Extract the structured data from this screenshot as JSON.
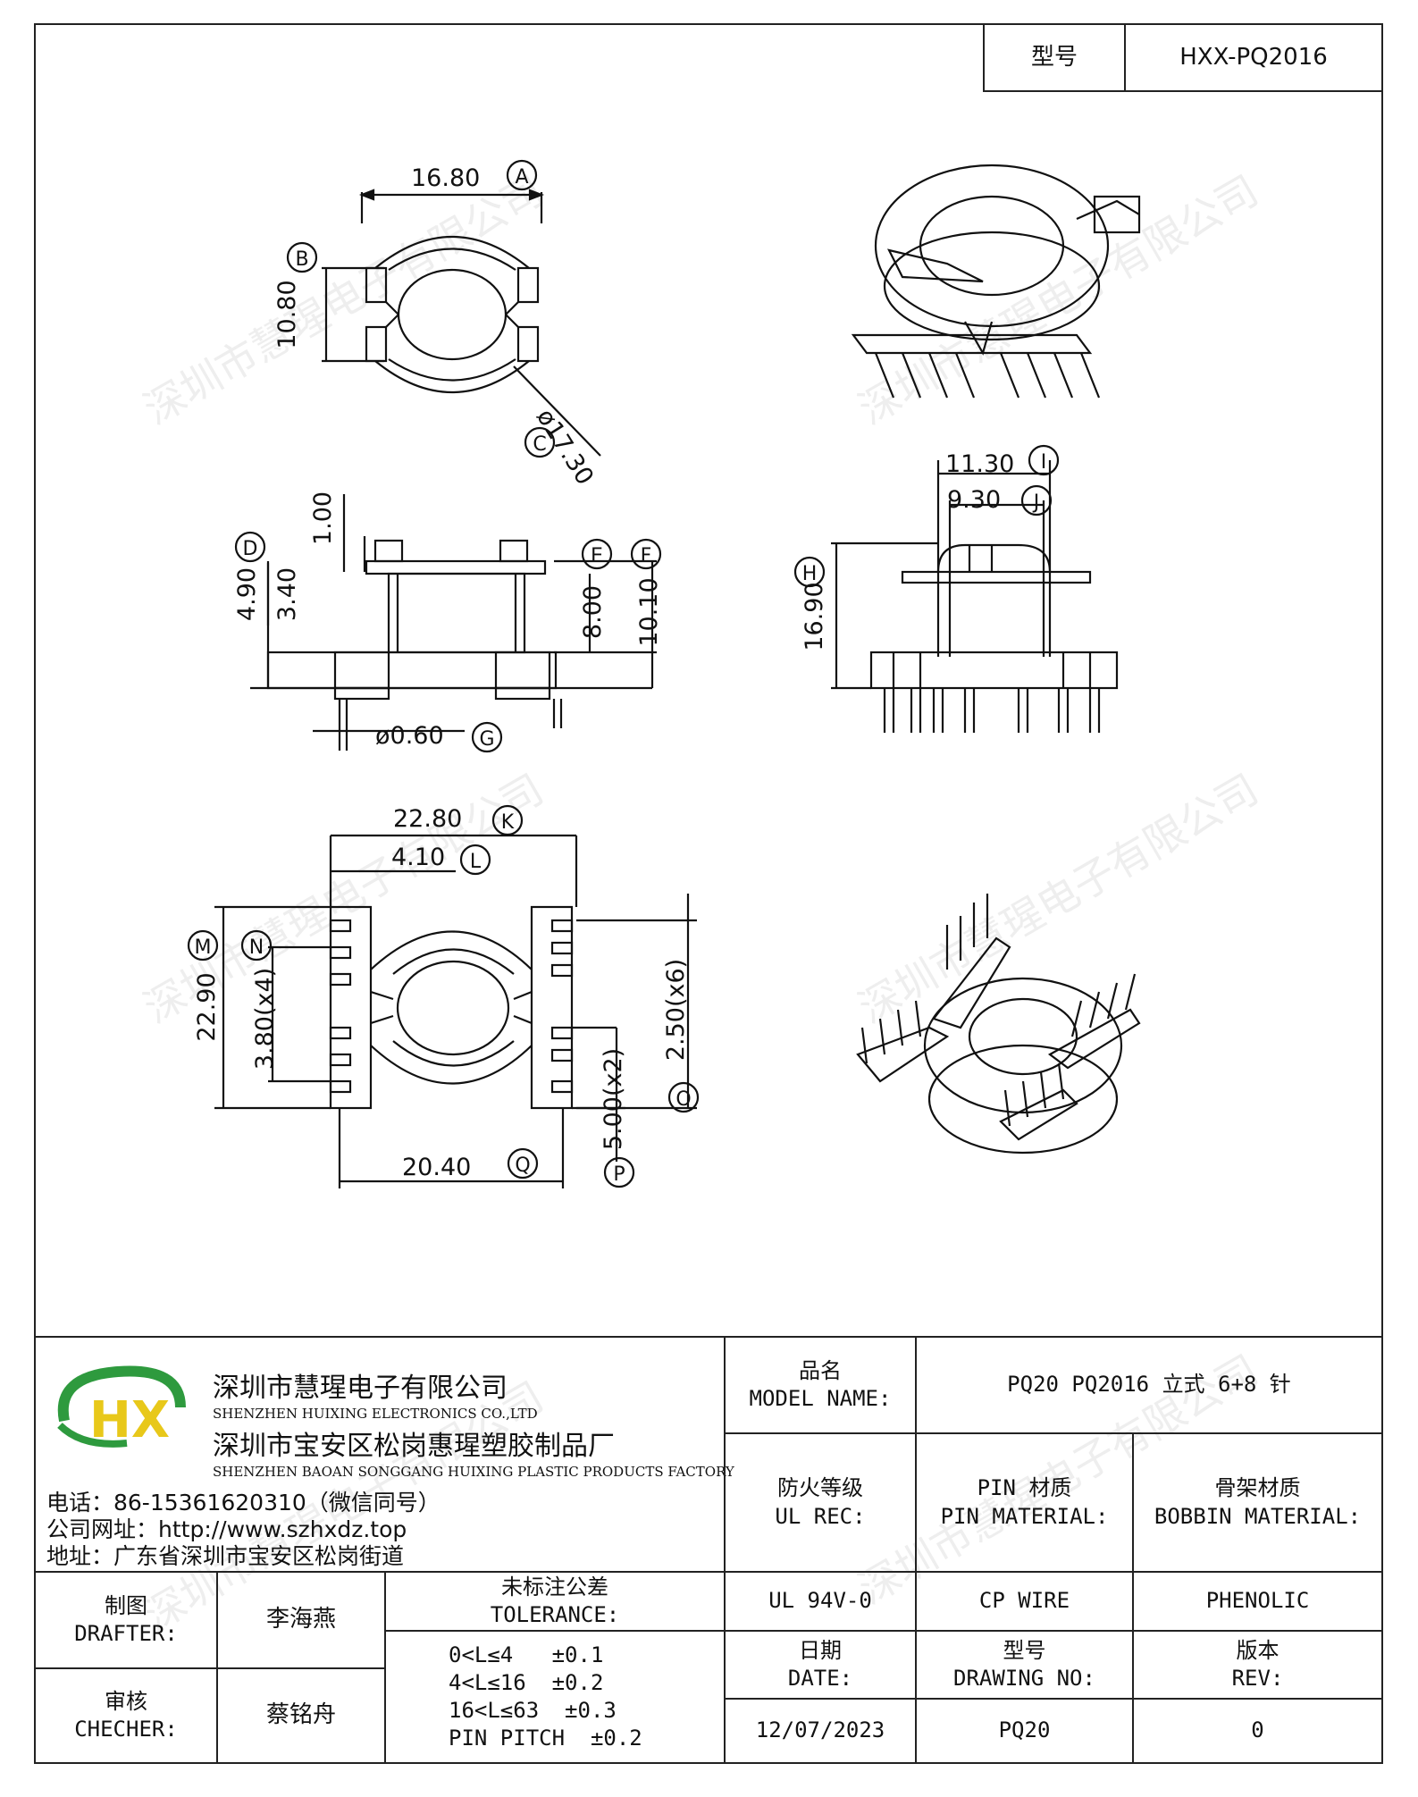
{
  "header": {
    "model_label": "型号",
    "model_value": "HXX-PQ2016"
  },
  "drawing": {
    "top_view": {
      "dim_a": "16.80",
      "tag_a": "A",
      "dim_b": "10.80",
      "tag_b": "B",
      "dim_c": "ø17.30",
      "tag_c": "C"
    },
    "front_view": {
      "dim_1": "1.00",
      "dim_d": "4.90",
      "tag_d": "D",
      "dim_34": "3.40",
      "tag_e": "E",
      "tag_f": "F",
      "dim_e": "8.00",
      "dim_f": "10.10",
      "dim_g": "ø0.60",
      "tag_g": "G"
    },
    "side_view": {
      "dim_i": "11.30",
      "tag_i": "I",
      "dim_j": "9.30",
      "tag_j": "J",
      "dim_h": "16.90",
      "tag_h": "H"
    },
    "bottom_view": {
      "dim_k": "22.80",
      "tag_k": "K",
      "dim_l": "4.10",
      "tag_l": "L",
      "dim_m": "22.90",
      "tag_m": "M",
      "dim_n": "3.80(x4)",
      "tag_n": "N",
      "dim_o": "2.50(x6)",
      "tag_o": "O",
      "dim_p": "5.00(x2)",
      "tag_p": "P",
      "dim_q": "20.40",
      "tag_q": "Q"
    },
    "watermark": "深圳市慧瑆电子有限公司"
  },
  "company": {
    "name_cn": "深圳市慧瑆电子有限公司",
    "name_en": "SHENZHEN HUIXING ELECTRONICS CO.,LTD",
    "factory_cn": "深圳市宝安区松岗惠瑆塑胶制品厂",
    "factory_en": "SHENZHEN BAOAN SONGGANG HUIXING PLASTIC PRODUCTS FACTORY",
    "phone": "电话：86-15361620310（微信同号）",
    "website": "公司网址：http://www.szhxdz.top",
    "address": "地址：广东省深圳市宝安区松岗街道",
    "logo_text": "HX",
    "logo_colors": {
      "green": "#2e9a3e",
      "yellow": "#e8c81a"
    }
  },
  "title_block": {
    "model_name_label_cn": "品名",
    "model_name_label_en": "MODEL NAME:",
    "model_name_value": "PQ20 PQ2016 立式 6+8 针",
    "ul_label_cn": "防火等级",
    "ul_label_en": "UL REC:",
    "pin_label_cn": "PIN 材质",
    "pin_label_en": "PIN MATERIAL:",
    "bobbin_label_cn": "骨架材质",
    "bobbin_label_en": "BOBBIN MATERIAL:",
    "ul_value": "UL 94V-0",
    "pin_value": "CP WIRE",
    "bobbin_value": "PHENOLIC",
    "drafter_label_cn": "制图",
    "drafter_label_en": "DRAFTER:",
    "drafter_name": "李海燕",
    "checker_label_cn": "审核",
    "checker_label_en": "CHECHER:",
    "checker_name": "蔡铭舟",
    "tolerance_label_cn": "未标注公差",
    "tolerance_label_en": "TOLERANCE:",
    "tolerance_lines": [
      "0<L≤4   ±0.1",
      "4<L≤16  ±0.2",
      "16<L≤63  ±0.3",
      "PIN PITCH  ±0.2"
    ],
    "date_label_cn": "日期",
    "date_label_en": "DATE:",
    "drawing_no_label_cn": "型号",
    "drawing_no_label_en": "DRAWING NO:",
    "rev_label_cn": "版本",
    "rev_label_en": "REV:",
    "date_value": "12/07/2023",
    "drawing_no_value": "PQ20",
    "rev_value": "0"
  }
}
